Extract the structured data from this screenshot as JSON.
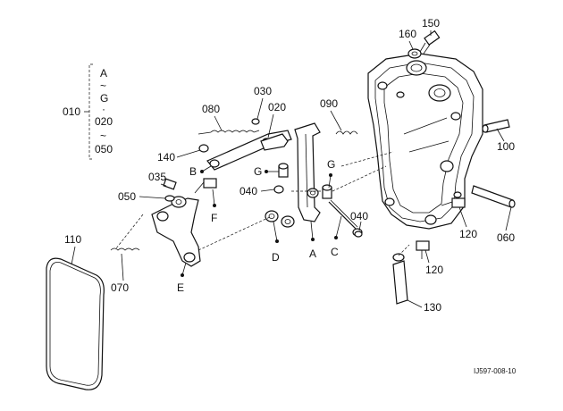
{
  "group": {
    "label": "010",
    "range": [
      "A",
      "~",
      "G",
      "·",
      "020",
      "~",
      "050"
    ]
  },
  "labels": {
    "p030": "030",
    "p020": "020",
    "p080": "080",
    "p090": "090",
    "p140": "140",
    "pB": "B",
    "pG1": "G",
    "pG2": "G",
    "p040a": "040",
    "p035": "035",
    "p050": "050",
    "pF": "F",
    "p040b": "040",
    "p110": "110",
    "p070": "070",
    "pE": "E",
    "pD": "D",
    "pA": "A",
    "pC": "C",
    "p150": "150",
    "p160": "160",
    "p100": "100",
    "p120a": "120",
    "p060": "060",
    "p120b": "120",
    "p130": "130"
  },
  "drawing_code": "IJ597-008-10"
}
